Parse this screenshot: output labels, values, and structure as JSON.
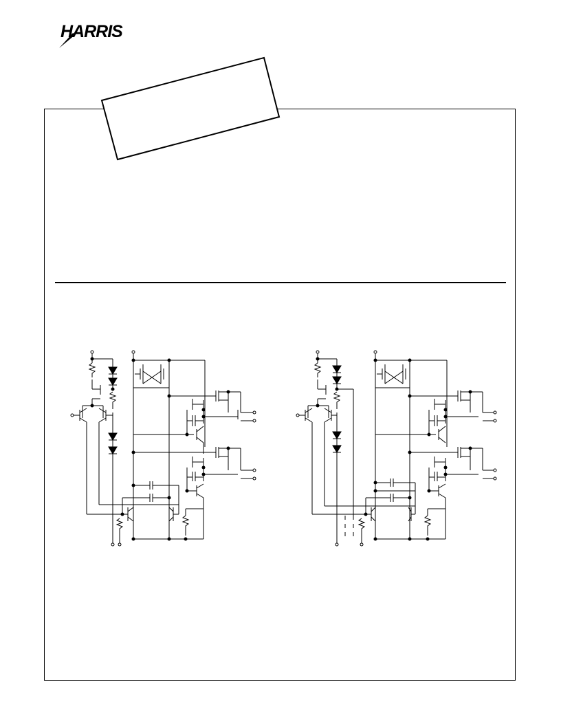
{
  "header": {
    "logo_text": "HARRIS"
  },
  "schematics": [
    {
      "id": "left"
    },
    {
      "id": "right"
    }
  ]
}
